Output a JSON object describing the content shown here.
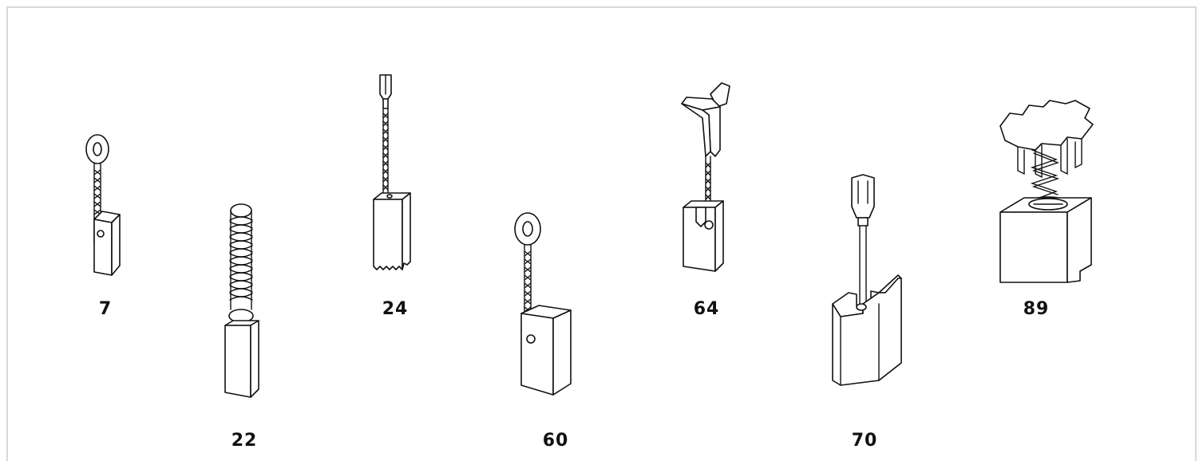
{
  "parts": [
    {
      "id": "7",
      "label": "7",
      "type": "ring-terminal-brush"
    },
    {
      "id": "22",
      "label": "22",
      "type": "spring-cap-brush"
    },
    {
      "id": "24",
      "label": "24",
      "type": "flat-connector-brush"
    },
    {
      "id": "60",
      "label": "60",
      "type": "ring-terminal-block-brush"
    },
    {
      "id": "64",
      "label": "64",
      "type": "bent-clip-brush"
    },
    {
      "id": "70",
      "label": "70",
      "type": "connector-rod-slotted-brush"
    },
    {
      "id": "89",
      "label": "89",
      "type": "spring-holder-brush"
    }
  ],
  "style": {
    "line_color": "#111111",
    "frame_color": "#d9d9d9"
  }
}
